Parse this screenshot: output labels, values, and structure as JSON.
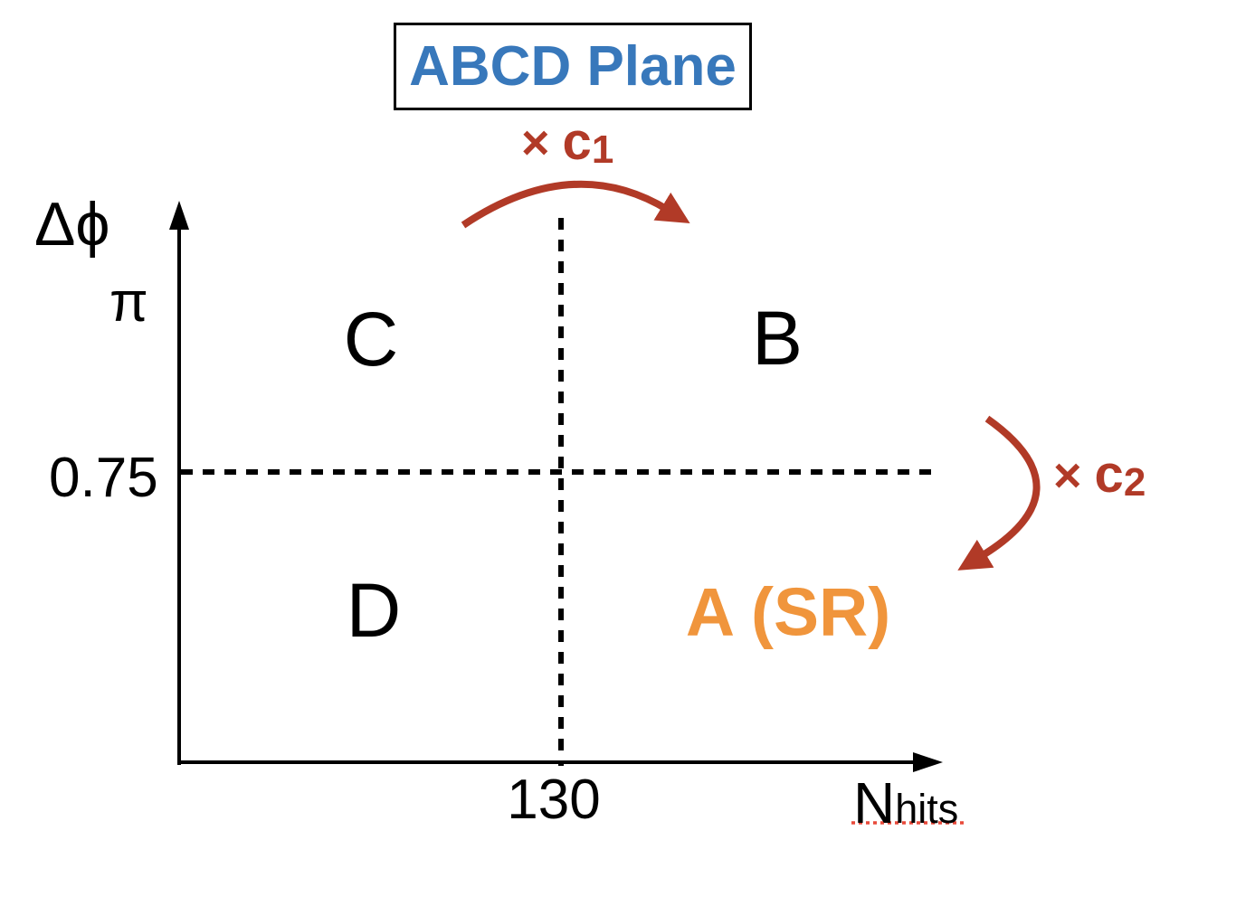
{
  "title": "ABCD Plane",
  "y_axis": {
    "label": "Δϕ",
    "tick_pi": "π",
    "tick_threshold": "0.75"
  },
  "x_axis": {
    "tick_threshold": "130",
    "label_base": "N",
    "label_subscript": "hits"
  },
  "regions": {
    "top_left": "C",
    "top_right": "B",
    "bottom_left": "D",
    "bottom_right": "A (SR)"
  },
  "transfer_factors": {
    "c1_times": "×",
    "c1_var": "c",
    "c1_sub": "1",
    "c2_times": "×",
    "c2_var": "c",
    "c2_sub": "2"
  },
  "colors": {
    "title_blue": "#3878BB",
    "signal_region_orange": "#F0953C",
    "transfer_arrow_red": "#B13A27",
    "spellcheck_underline_red": "#E8493A",
    "axis_black": "#000000",
    "background": "#FFFFFF"
  }
}
